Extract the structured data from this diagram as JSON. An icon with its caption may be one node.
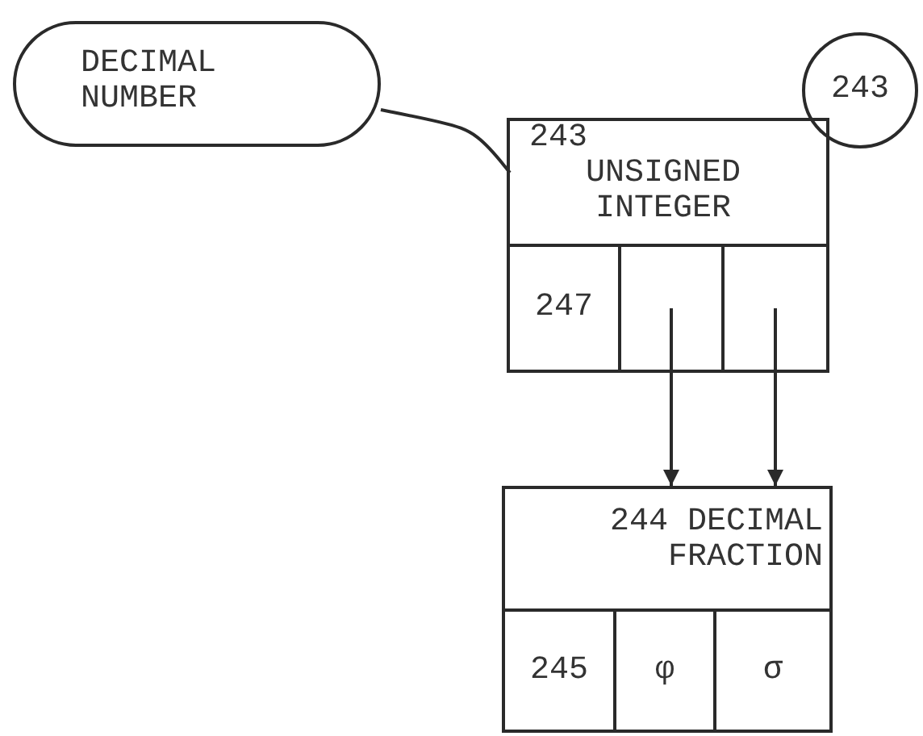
{
  "diagram": {
    "nodes": [
      {
        "text": [
          "DECIMAL NUMBER"
        ]
      },
      {
        "text": [
          "243"
        ]
      },
      {
        "text": [
          "243",
          "UNSIGNED INTEGER"
        ]
      },
      {
        "text": [
          "247"
        ],
        "in": 2
      },
      {
        "text": [],
        "shape": "box",
        "in": 2
      },
      {
        "text": [],
        "shape": "box",
        "in": 2
      },
      {
        "text": [
          "244 DECIMAL FRACTION"
        ]
      },
      {
        "text": [
          "245"
        ],
        "in": 6
      },
      {
        "text": [
          "φ"
        ],
        "in": 6
      },
      {
        "text": [
          "σ"
        ],
        "in": 6
      }
    ],
    "edges": [
      {
        "from": 0,
        "to": 2,
        "arrow": "none"
      },
      {
        "from": 4,
        "to": 6,
        "arrow": "to"
      },
      {
        "from": 5,
        "to": 6,
        "arrow": "to"
      }
    ]
  }
}
